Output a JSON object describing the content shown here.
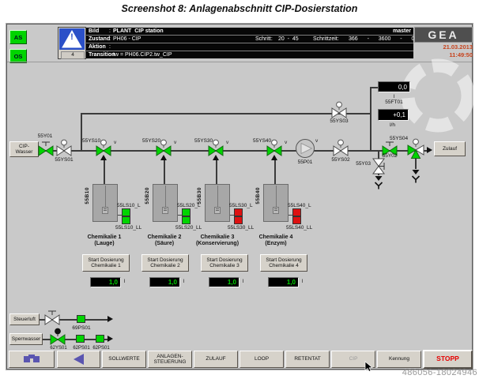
{
  "colors": {
    "green": "#00d400",
    "red": "#dd1111",
    "dispgreen": "#00d400",
    "stopred": "#e60000",
    "dtred": "#c7431d",
    "navblue": "#5a55b0",
    "alarmblue": "#2b50c8"
  },
  "page": {
    "title": "Screenshot 8: Anlagenabschnitt CIP-Dosierstation",
    "watermark": "486056-18024946"
  },
  "header": {
    "as": "AS",
    "os": "OS",
    "alarm": {
      "symbol": "!",
      "count": "4"
    },
    "rows": [
      {
        "label": "Bild",
        "sep": ":",
        "value": "PLANT  CIP station",
        "right": "master"
      },
      {
        "label": "Zustand",
        "sep": ":",
        "value": "PH06 - CIP",
        "schritt_label": "Schritt:",
        "schritt_value": "20  -  45",
        "schrittzeit_label": "Schrittzeit:",
        "schrittzeit_value": "366  -  3600  -  0"
      },
      {
        "label": "Aktion",
        "sep": ":",
        "value": ""
      },
      {
        "label": "Transition",
        "sep": ":",
        "value": "tw = PH06.CIP2.tw_CIP"
      }
    ],
    "brand": {
      "logo": "GEA",
      "date": "21.03.2013",
      "time": "11:49:50"
    }
  },
  "flow": {
    "source_line1": "CIP-",
    "source_line2": "Wasser",
    "v": "v",
    "valves": {
      "y01": "55Y01",
      "ys01": "55YS01",
      "ys10": "55YS10",
      "ys20": "55YS20",
      "ys30": "55YS30",
      "ys40": "55YS40",
      "ys02": "55YS02",
      "ys03": "55YS03",
      "y02": "55Y02",
      "y03": "55Y03",
      "ys04": "55YS04"
    },
    "pump": "55P01",
    "ft": {
      "value_total": "0,0",
      "unit_total": "l",
      "tag": "55FT01",
      "value_flow": "+0,1",
      "unit_flow": "l/h"
    },
    "outlet": "Zulauf"
  },
  "tanks": [
    {
      "tag": "55B10",
      "ls_l": "55LS10_L",
      "ls_ll": "55LS10_LL",
      "name": "Chemikalie 1",
      "type": "(Lauge)",
      "sensor_style": "background:#00d400"
    },
    {
      "tag": "55B20",
      "ls_l": "55LS20_L",
      "ls_ll": "55LS20_LL",
      "name": "Chemikalie 2",
      "type": "(Säure)",
      "sensor_style": "background:#00d400"
    },
    {
      "tag": "55B30",
      "ls_l": "55LS30_L",
      "ls_ll": "55LS30_LL",
      "name": "Chemikalie 3",
      "type": "(Konservierung)",
      "sensor_style": "background:#dd1111"
    },
    {
      "tag": "55B40",
      "ls_l": "55LS40_L",
      "ls_ll": "55LS40_LL",
      "name": "Chemikalie 4",
      "type": "(Enzym)",
      "sensor_style": "background:#dd1111"
    }
  ],
  "dosing": [
    {
      "line1": "Start Dosierung",
      "line2": "Chemikalie 1",
      "value": "1,0",
      "unit": "l"
    },
    {
      "line1": "Start Dosierung",
      "line2": "Chemikalie 2",
      "value": "1,0",
      "unit": "l"
    },
    {
      "line1": "Start Dosierung",
      "line2": "Chemikalie 3",
      "value": "1,0",
      "unit": "l"
    },
    {
      "line1": "Start Dosierung",
      "line2": "Chemikalie 4",
      "value": "1,0",
      "unit": "l"
    }
  ],
  "utilities": {
    "steuerluft": {
      "label": "Steuerluft",
      "ps": "69PS01"
    },
    "sperrwasser": {
      "label": "Sperrwasser",
      "ys": "62YS01",
      "ps1": "62PS01",
      "ps2": "62PS01"
    }
  },
  "nav": {
    "icons": {
      "overview": "binoculars-icon",
      "back": "arrow-left-icon"
    },
    "buttons": [
      {
        "label": "SOLLWERTE"
      },
      {
        "label": "ANLAGEN-STEUERUNG"
      },
      {
        "label": "ZULAUF"
      },
      {
        "label": "LOOP"
      },
      {
        "label": "RETENTAT"
      },
      {
        "label": "CIP"
      },
      {
        "label": "Kennung"
      },
      {
        "label": "STOPP"
      }
    ]
  }
}
